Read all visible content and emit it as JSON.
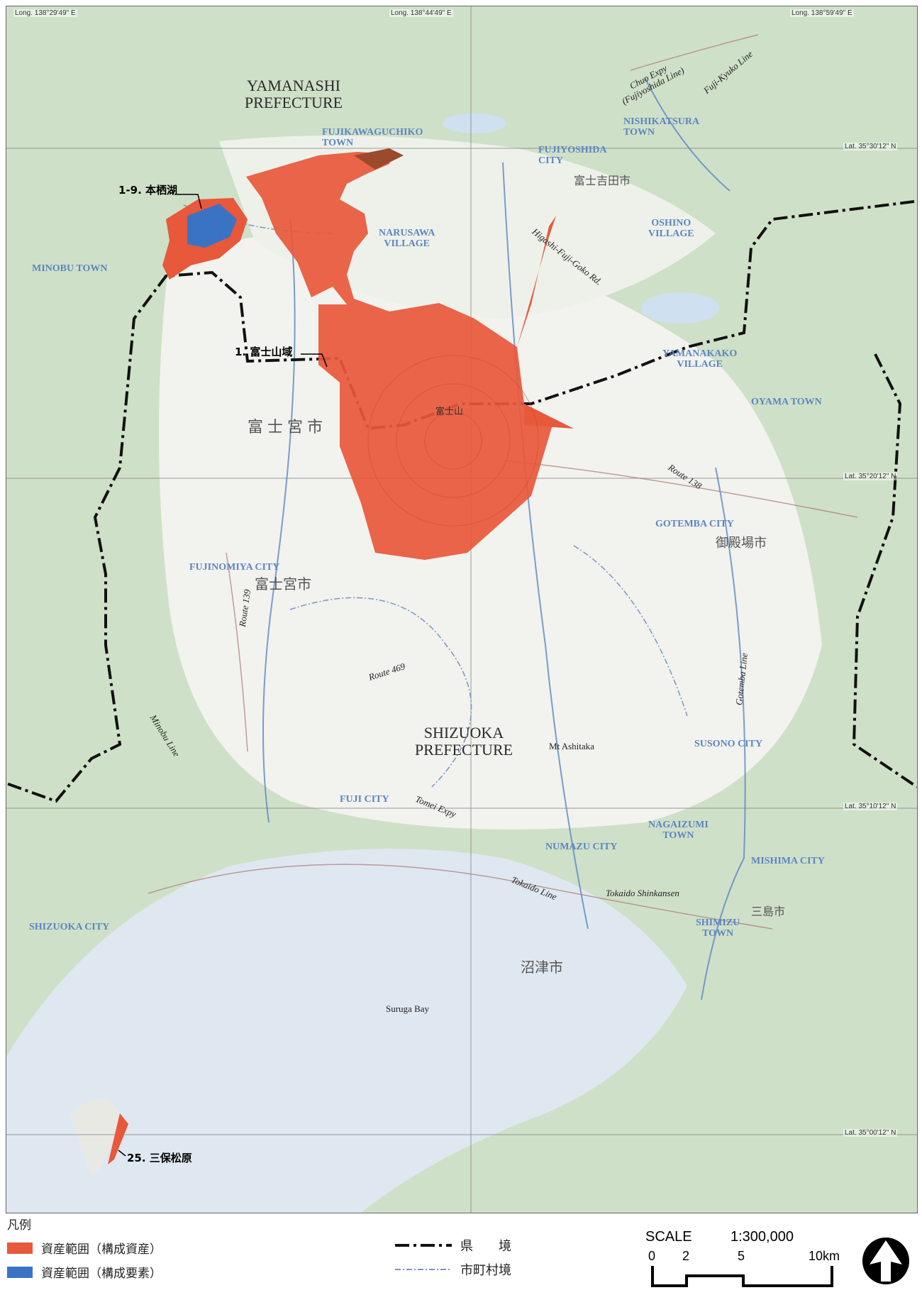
{
  "map": {
    "coords": {
      "long_left": "Long. 138°29'49\" E",
      "long_mid": "Long. 138°44'49\" E",
      "long_right": "Long. 138°59'49\" E",
      "lat_30": "Lat. 35°30'12\" N",
      "lat_20": "Lat. 35°20'12\" N",
      "lat_10": "Lat. 35°10'12\" N",
      "lat_00": "Lat. 35°00'12\" N"
    },
    "prefectures": {
      "yamanashi_1": "YAMANASHI",
      "yamanashi_2": "PREFECTURE",
      "shizuoka_1": "SHIZUOKA",
      "shizuoka_2": "PREFECTURE"
    },
    "towns": {
      "fujikawaguchiko_1": "FUJIKAWAGUCHIKO",
      "fujikawaguchiko_2": "TOWN",
      "fujiyoshida_1": "FUJIYOSHIDA",
      "fujiyoshida_2": "CITY",
      "nishikatsura_1": "NISHIKATSURA",
      "nishikatsura_2": "TOWN",
      "narusawa_1": "NARUSAWA",
      "narusawa_2": "VILLAGE",
      "oshino_1": "OSHINO",
      "oshino_2": "VILLAGE",
      "minobu": "MINOBU TOWN",
      "yamanakako_1": "YAMANAKAKO",
      "yamanakako_2": "VILLAGE",
      "oyama": "OYAMA TOWN",
      "gotemba": "GOTEMBA CITY",
      "fujinomiya": "FUJINOMIYA CITY",
      "susono": "SUSONO CITY",
      "fuji": "FUJI CITY",
      "nagaizumi_1": "NAGAIZUMI",
      "nagaizumi_2": "TOWN",
      "numazu": "NUMAZU CITY",
      "mishima": "MISHIMA CITY",
      "shimizu_1": "SHIMIZU",
      "shimizu_2": "TOWN",
      "shizuoka": "SHIZUOKA CITY"
    },
    "roads": {
      "chuo_1": "Chuo Expy",
      "chuo_2": "(Fujiyoshida Line)",
      "fuji_kyuko": "Fuji-Kyuko Line",
      "higashi_fuji": "Higashi-Fuji-Goko Rd.",
      "route138": "Route 138",
      "route139": "Route 139",
      "route469": "Route 469",
      "gotemba_line": "Gotemba Line",
      "minobu_line": "Minobu Line",
      "tomei": "Tomei Expy",
      "tokaido_line": "Tokaido Line",
      "shinkansen": "Tokaido Shinkansen"
    },
    "features": {
      "mt_ashitaka": "Mt Ashitaka",
      "suruga_bay": "Suruga Bay"
    },
    "jp_labels": {
      "fujiyoshida_shi": "富士吉田市",
      "fujinomiya_shi_n": "富士宮市",
      "fujinomiya_shi_s": "富士宮市",
      "gotemba_shi": "御殿場市",
      "numazu_shi": "沼津市",
      "mishima_shi": "三島市",
      "fujisan": "富士山"
    },
    "sites": {
      "motosuko": "1-9. 本栖湖",
      "fujisan_area": "1. 富士山域",
      "miho": "25. 三保松原"
    }
  },
  "legend": {
    "title": "凡例",
    "property": "資産範囲（構成資産）",
    "component": "資産範囲（構成要素）",
    "pref_border": "県　　境",
    "muni_border": "市町村境",
    "colors": {
      "property": "#e8583a",
      "component": "#3a73c4"
    }
  },
  "scale": {
    "title": "SCALE",
    "ratio": "1:300,000",
    "ticks": [
      "0",
      "2",
      "5",
      "10km"
    ]
  }
}
